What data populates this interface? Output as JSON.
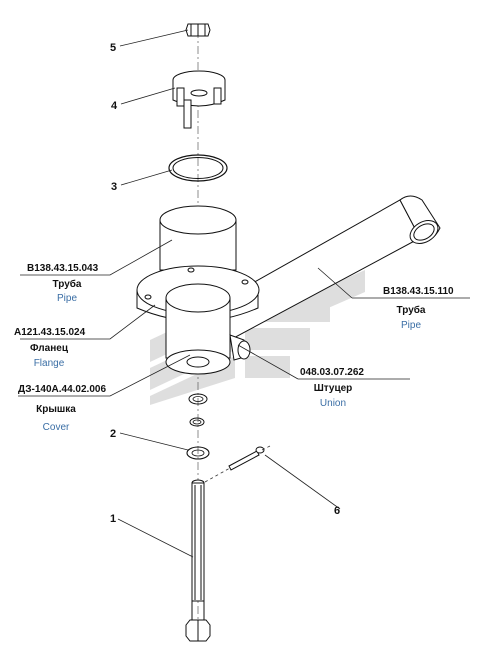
{
  "callouts": [
    {
      "num": "1"
    },
    {
      "num": "2"
    },
    {
      "num": "3"
    },
    {
      "num": "4"
    },
    {
      "num": "5"
    },
    {
      "num": "6"
    }
  ],
  "parts": {
    "pipe_left": {
      "code": "В138.43.15.043",
      "ru": "Труба",
      "en": "Pipe"
    },
    "flange": {
      "code": "А121.43.15.024",
      "ru": "Фланец",
      "en": "Flange"
    },
    "cover": {
      "code": "ДЗ-140А.44.02.006",
      "ru": "Крышка",
      "en": "Cover"
    },
    "pipe_right": {
      "code": "В138.43.15.110",
      "ru": "Труба",
      "en": "Pipe"
    },
    "union": {
      "code": "048.03.07.262",
      "ru": "Штуцер",
      "en": "Union"
    }
  },
  "colors": {
    "line": "#111111",
    "leader": "#222222",
    "english_label": "#3a6ea5",
    "watermark": "#bfbfbf"
  }
}
